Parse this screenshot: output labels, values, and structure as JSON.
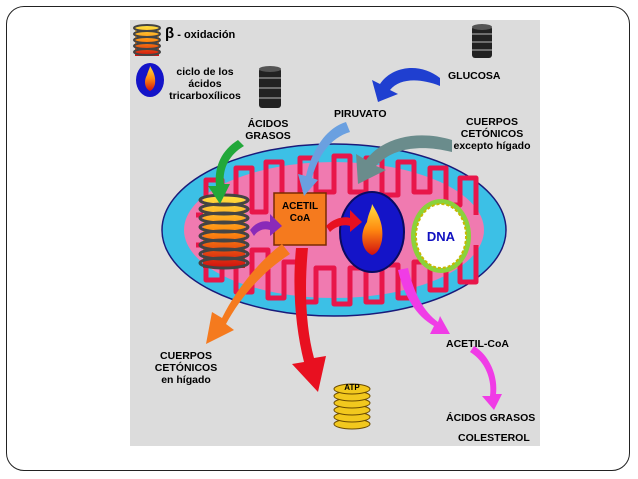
{
  "legend": {
    "beta_symbol": "β",
    "beta_text": "- oxidación",
    "cycle_line1": "ciclo de los",
    "cycle_line2": "ácidos",
    "cycle_line3": "tricarboxílicos"
  },
  "labels": {
    "glucosa": "GLUCOSA",
    "piruvato": "PIRUVATO",
    "acidos_grasos_1": "ÁCIDOS",
    "acidos_grasos_2": "GRASOS",
    "cuerpos_top_1": "CUERPOS",
    "cuerpos_top_2": "CETÓNICOS",
    "cuerpos_top_3": "excepto hígado",
    "acetil_box_1": "ACETIL",
    "acetil_box_2": "CoA",
    "dna": "DNA",
    "cuerpos_bottom_1": "CUERPOS",
    "cuerpos_bottom_2": "CETÓNICOS",
    "cuerpos_bottom_3": "en hígado",
    "atp": "ATP",
    "acetil_coa_out": "ACETIL-CoA",
    "acidos_grasos_out": "ÁCIDOS GRASOS",
    "colesterol": "COLESTEROL"
  },
  "colors": {
    "panel": "#dcdcdc",
    "outer_membrane": "#3cc0e6",
    "matrix": "#f07ab0",
    "cristae": "#e8164a",
    "acetil_box": "#f57a1e",
    "tca_circle": "#1414c8",
    "dna_green": "#8ad23c",
    "dna_fill": "#ffffff",
    "arrow_blue": "#1f3fd0",
    "arrow_lightblue": "#6aa0e0",
    "arrow_gray": "#6a8c8c",
    "arrow_green": "#22a83a",
    "arrow_orange": "#f57a1e",
    "arrow_red": "#e81020",
    "arrow_purple": "#8a2ab8",
    "arrow_magenta": "#f03ce6",
    "atp_gold": "#f2c81e"
  }
}
